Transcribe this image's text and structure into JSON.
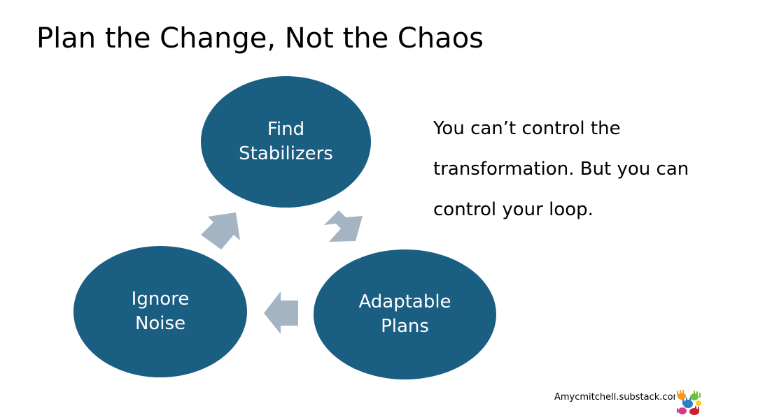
{
  "title": "Plan the Change, Not the Chaos",
  "cycle": {
    "nodes": [
      {
        "id": "top",
        "line1": "Find",
        "line2": "Stabilizers"
      },
      {
        "id": "right",
        "line1": "Adaptable",
        "line2": "Plans"
      },
      {
        "id": "left",
        "line1": "Ignore",
        "line2": "Noise"
      }
    ],
    "node_color": "#1a5e82",
    "arrow_color": "#a4b4c2"
  },
  "side_text": {
    "line1": "You can’t control the",
    "line2": "transformation. But you can",
    "line3": "control your loop."
  },
  "footer": {
    "site": "Amycmitchell.substack.com",
    "logo_icon": "colorful-hands-icon"
  }
}
